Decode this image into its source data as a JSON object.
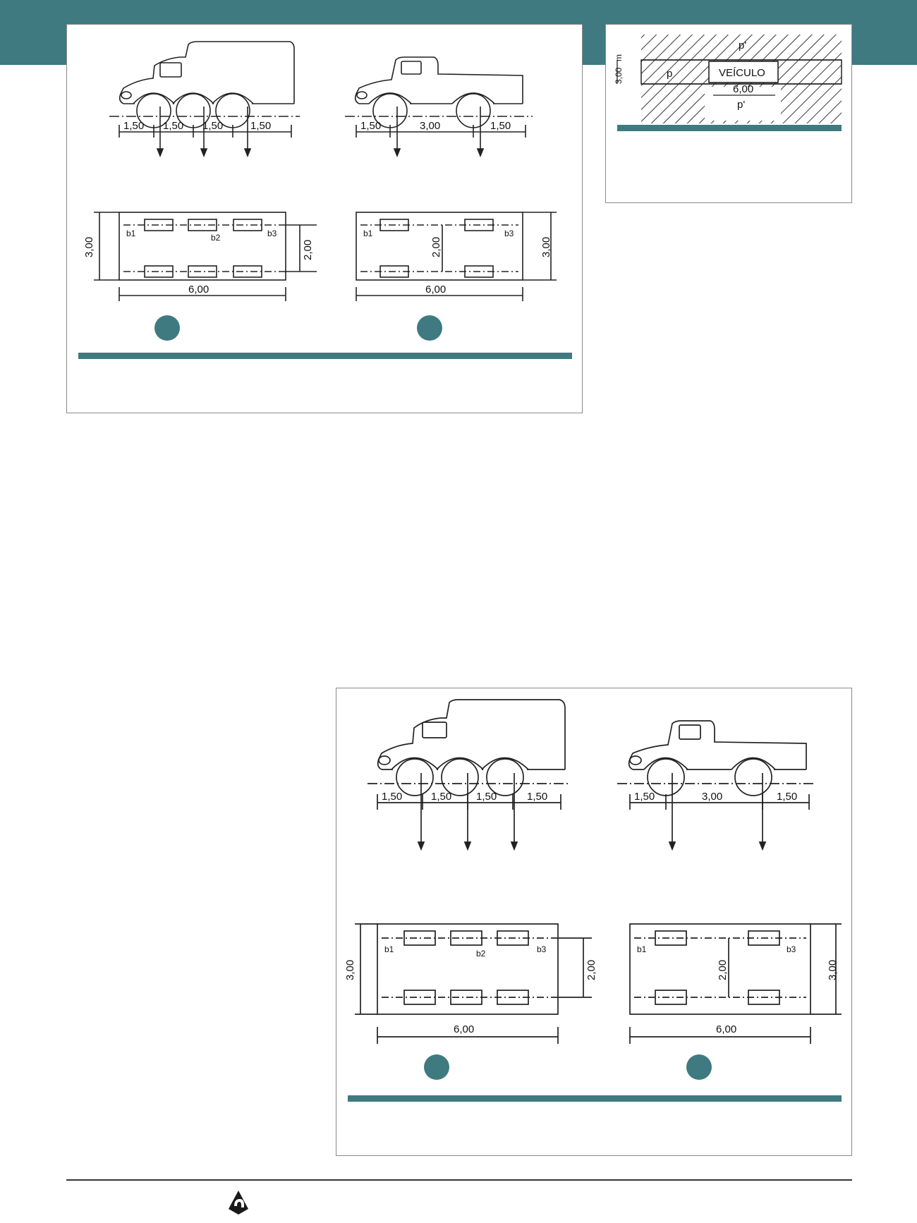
{
  "colors": {
    "accent": "#3e7a80",
    "line": "#222222"
  },
  "figure_trucks": {
    "three_axle": {
      "spacings": [
        "1,50",
        "1,50",
        "1,50",
        "1,50"
      ],
      "width_label": "3,00",
      "length_label": "6,00",
      "axle_gap_label": "2,00",
      "b_labels": {
        "b1": "b1",
        "b2": "b2",
        "b3": "b3"
      }
    },
    "two_axle": {
      "spacings": [
        "1,50",
        "3,00",
        "1,50"
      ],
      "width_label": "3,00",
      "length_label": "6,00",
      "axle_gap_label": "2,00",
      "b_labels": {
        "b1": "b1",
        "b3": "b3"
      }
    }
  },
  "figure_lane": {
    "vehicle_label": "VEÍCULO",
    "load_p": "p",
    "load_p_prime": "p'",
    "width_label": "3,00",
    "unit_label": "m",
    "length_label": "6,00"
  },
  "logo": {
    "icon": "publisher-logo-icon"
  }
}
